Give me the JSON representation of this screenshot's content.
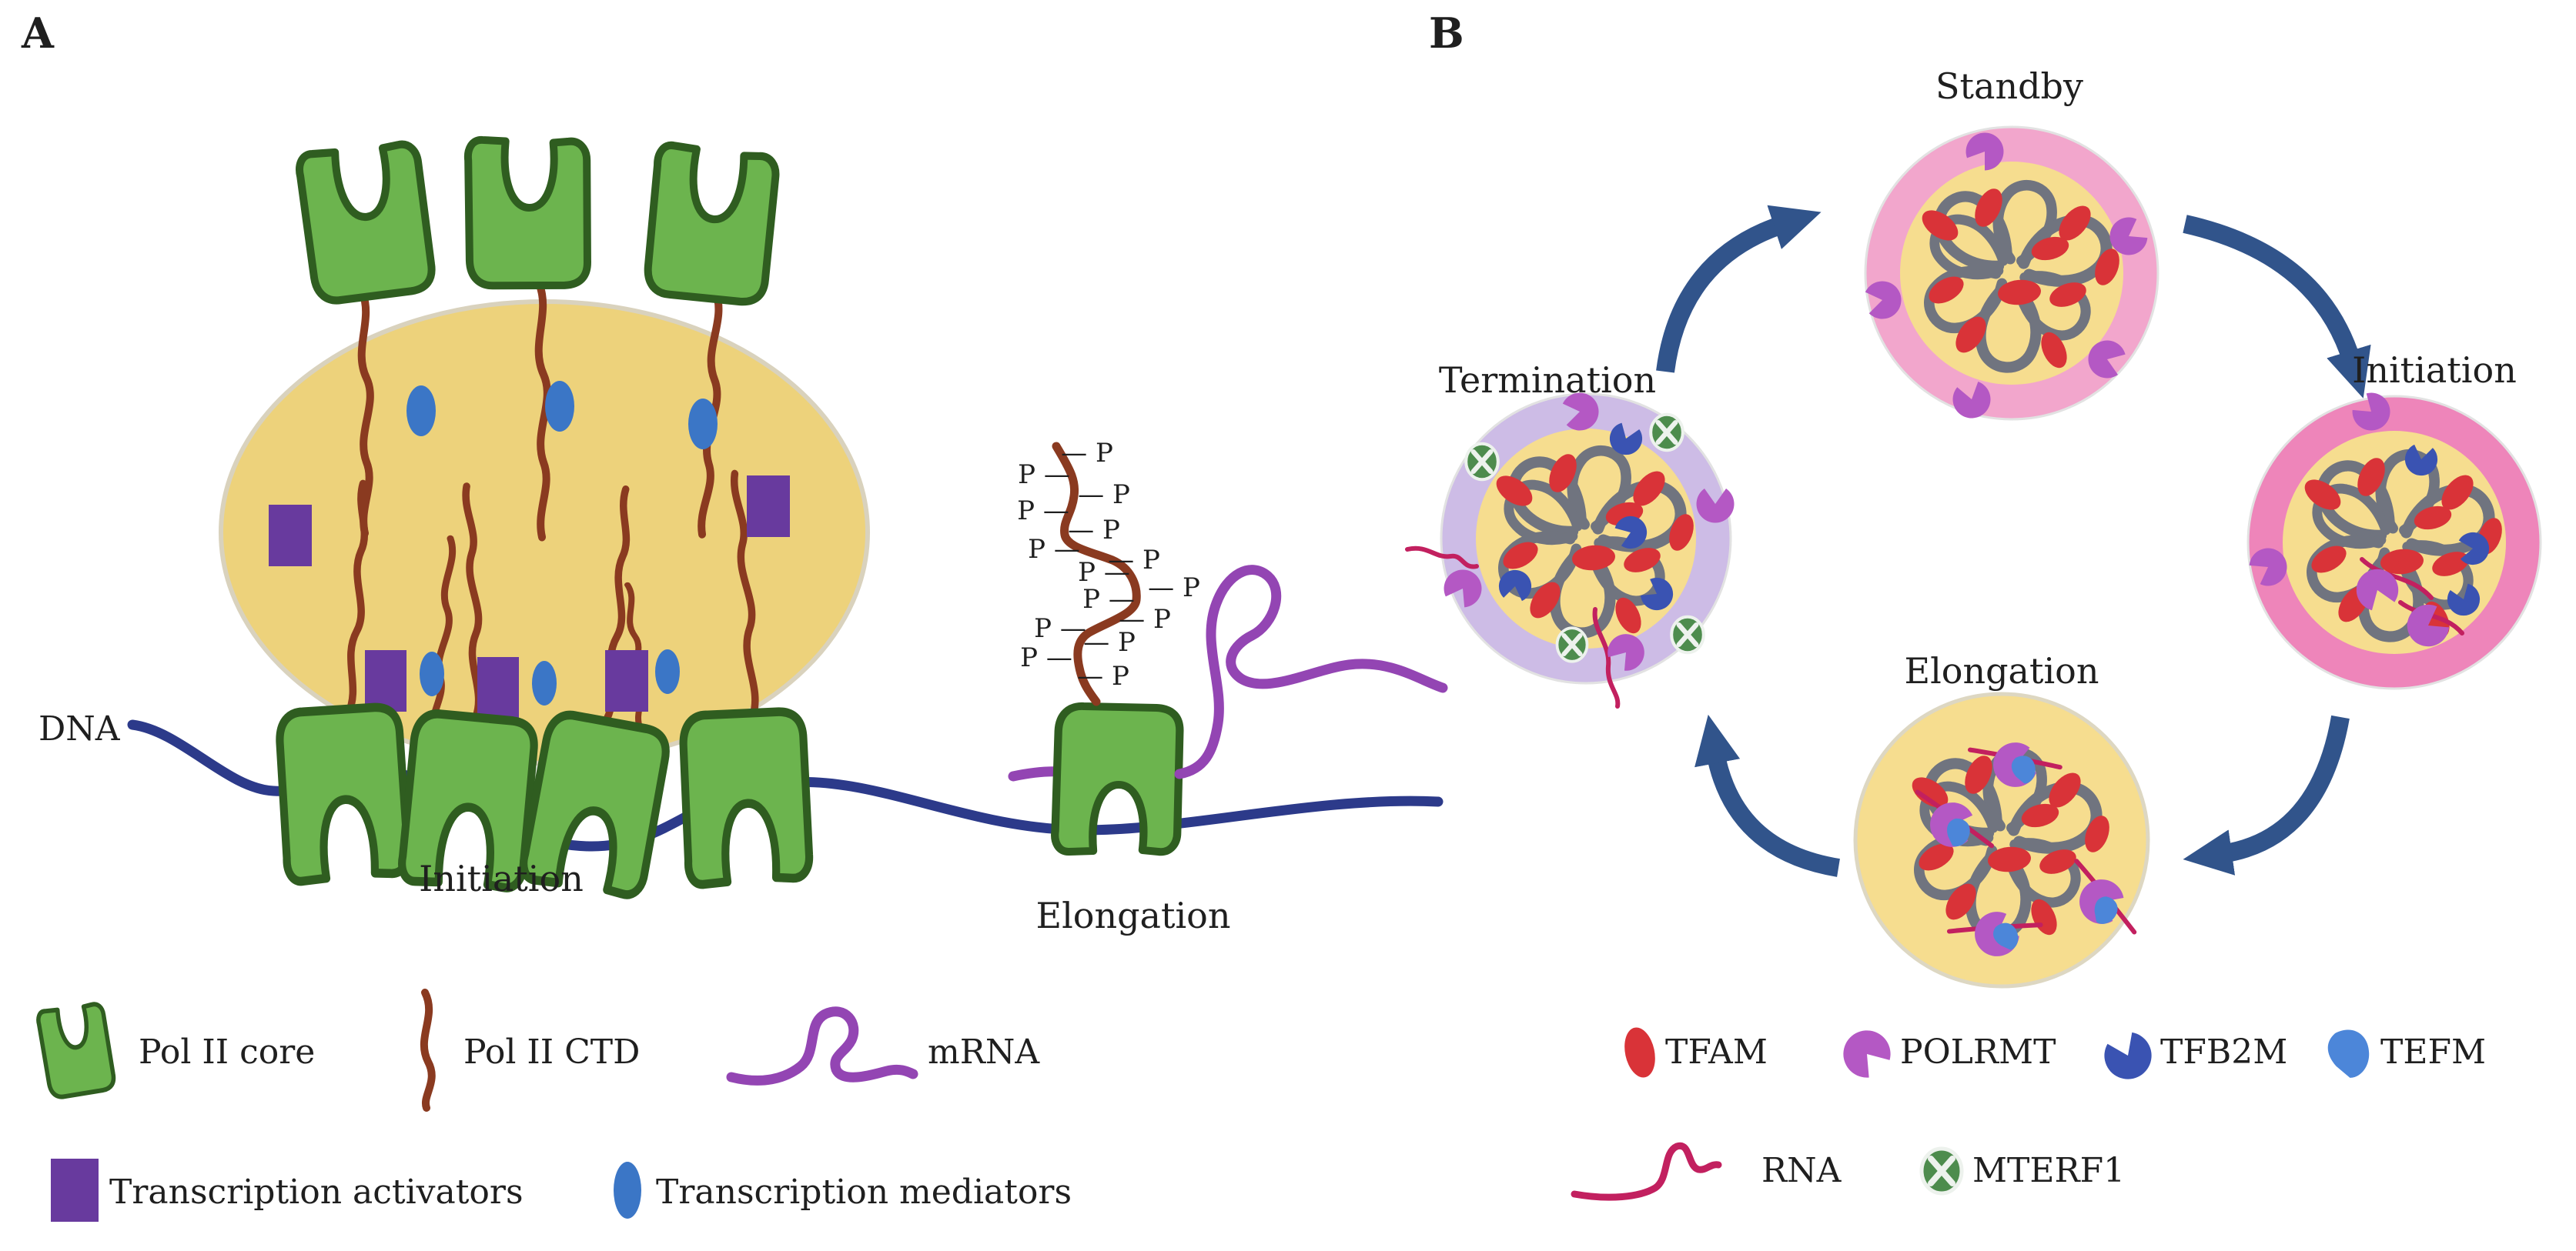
{
  "panel_a": {
    "label": "A",
    "dna_label": "DNA",
    "initiation_label": "Initiation",
    "elongation_label": "Elongation",
    "phospho_marks": [
      {
        "label": "— P"
      },
      {
        "label": "P —"
      },
      {
        "label": "— P"
      },
      {
        "label": "P —"
      },
      {
        "label": "— P"
      },
      {
        "label": "P —"
      },
      {
        "label": "— P"
      },
      {
        "label": "P —"
      },
      {
        "label": "— P"
      },
      {
        "label": "P —"
      },
      {
        "label": "— P"
      },
      {
        "label": "P —"
      },
      {
        "label": "— P"
      },
      {
        "label": "P —"
      },
      {
        "label": "— P"
      }
    ],
    "legend": {
      "pol2_core": "Pol II core",
      "pol2_ctd": "Pol II CTD",
      "mrna": "mRNA",
      "activators": "Transcription activators",
      "mediators": "Transcription mediators"
    }
  },
  "panel_b": {
    "label": "B",
    "stages": {
      "standby": "Standby",
      "initiation": "Initiation",
      "elongation": "Elongation",
      "termination": "Termination"
    },
    "legend": {
      "tfam": "TFAM",
      "polrmt": "POLRMT",
      "tfb2m": "TFB2M",
      "tefm": "TEFM",
      "rna": "RNA",
      "mterf1": "MTERF1"
    }
  },
  "icons": {
    "pol2-core-icon": "green U-shaped polymerase",
    "pol2-ctd-icon": "brown squiggle tail",
    "mrna-icon": "purple squiggle",
    "transcription-activator-icon": "purple rectangle",
    "transcription-mediator-icon": "blue oval",
    "tfam-icon": "red oval",
    "polrmt-icon": "magenta pacman",
    "tfb2m-icon": "dark blue pacman",
    "tefm-icon": "light blue leaf",
    "rna-icon": "crimson squiggle",
    "mterf1-icon": "green crossed oval",
    "cycle-arrow-icon": "curved dark blue arrow"
  },
  "colors": {
    "pol2_green": "#6cb44e",
    "pol2_green_stroke": "#2f5d20",
    "condensate_yellow": "#edd27b",
    "ctd_brown": "#8a3a20",
    "activator_purple": "#683a9e",
    "mediator_blue": "#3b76c6",
    "dna_navy": "#2c3a8a",
    "mrna_purple": "#9345b3",
    "arrow_blue": "#31548b",
    "standby_ring_pink": "#f2a6cc",
    "initiation_ring_pink": "#ee85ba",
    "termination_ring_lavender": "#cdbce6",
    "nucleoid_yellow": "#f6dd8f",
    "mtdna_gray": "#70747f",
    "tfam_red": "#d93338",
    "polrmt_magenta": "#b458c4",
    "tfb2m_blue": "#3a53b2",
    "tefm_blue": "#4c86d9",
    "rna_crimson": "#c2205f",
    "mterf1_green": "#4d8c4d"
  }
}
